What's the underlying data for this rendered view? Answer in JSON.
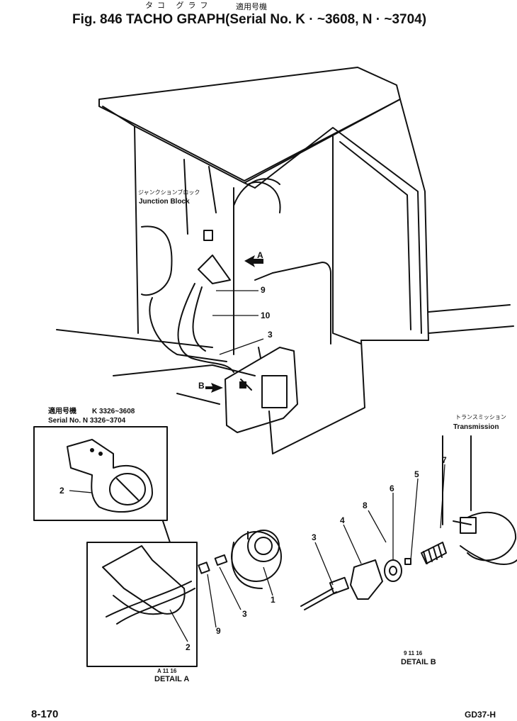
{
  "header": {
    "kana": "タコ グラフ",
    "kana_applicable": "適用号機",
    "title": "Fig. 846 TACHO GRAPH",
    "serial_range": "(Serial No. K · ~3608, N · ~3704)"
  },
  "labels": {
    "junction_block_jp": "ジャンクションブロック",
    "junction_block": "Junction Block",
    "transmission_jp": "トランスミッション",
    "transmission": "Transmission",
    "arrow_a": "A",
    "arrow_b": "B",
    "serial_jp": "適用号機",
    "serial_k": "K 3326~3608",
    "serial_n": "Serial No. N 3326~3704"
  },
  "callouts": [
    "9",
    "10",
    "3",
    "2",
    "1",
    "3",
    "9",
    "2",
    "3",
    "4",
    "8",
    "6",
    "5",
    "7"
  ],
  "details": {
    "a_nums": "A 11 16",
    "a_label": "DETAIL A",
    "b_nums": "9 11 16",
    "b_label": "DETAIL B"
  },
  "footer": {
    "page": "8-170",
    "model": "GD37-H"
  }
}
